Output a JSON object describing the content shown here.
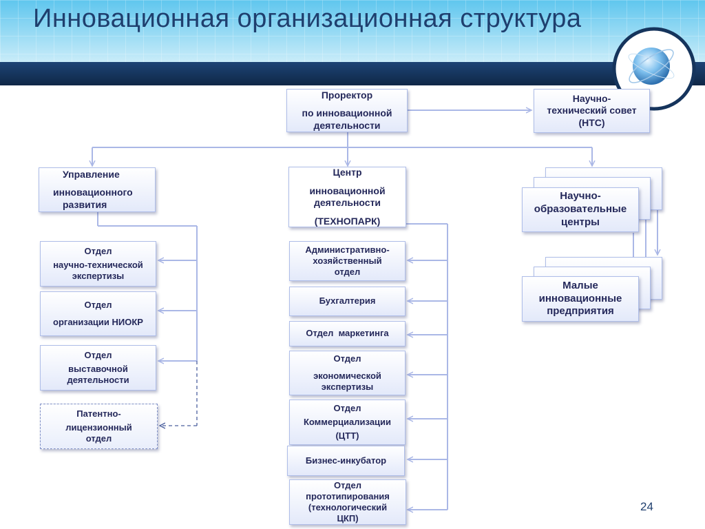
{
  "slide": {
    "title": "Инновационная организационная структура",
    "page_number": "24"
  },
  "top": {
    "prorector": [
      "Проректор",
      "по инновационной",
      "деятельности"
    ],
    "nts": [
      "Научно-",
      "технический совет",
      "(НТС)"
    ]
  },
  "left": {
    "head": [
      "Управление",
      "инновационного",
      "развития"
    ],
    "dept1": [
      "Отдел",
      "научно-технической",
      "экспертизы"
    ],
    "dept2": [
      "Отдел",
      "организации НИОКР"
    ],
    "dept3": [
      "Отдел",
      "выставочной",
      "деятельности"
    ],
    "dept4": [
      "Патентно-",
      "лицензионный",
      "отдел"
    ]
  },
  "center": {
    "head": [
      "Центр",
      "инновационной",
      "деятельности",
      "(ТЕХНОПАРК)"
    ],
    "admin": [
      "Административно-",
      "хозяйственный",
      "отдел"
    ],
    "accounting": "Бухгалтерия",
    "marketing": "Отдел  маркетинга",
    "economic": [
      "Отдел",
      "экономической",
      "экспертизы"
    ],
    "commercial": [
      "Отдел",
      "Коммерциализации",
      "(ЦТТ)"
    ],
    "incubator": "Бизнес-инкубатор",
    "prototyping": [
      "Отдел",
      "прототипирования",
      "(технологический",
      "ЦКП)"
    ]
  },
  "right": {
    "edu_centers": [
      "Научно-",
      "образовательные",
      "центры"
    ],
    "small_enterprises": [
      "Малые",
      "инновационные",
      "предприятия"
    ]
  },
  "colors": {
    "title": "#1f3f6e",
    "header_band": "#15345c",
    "box_border": "#aebde8",
    "connector": "#aab7e6",
    "dashed_connector": "#4a5f9e"
  }
}
